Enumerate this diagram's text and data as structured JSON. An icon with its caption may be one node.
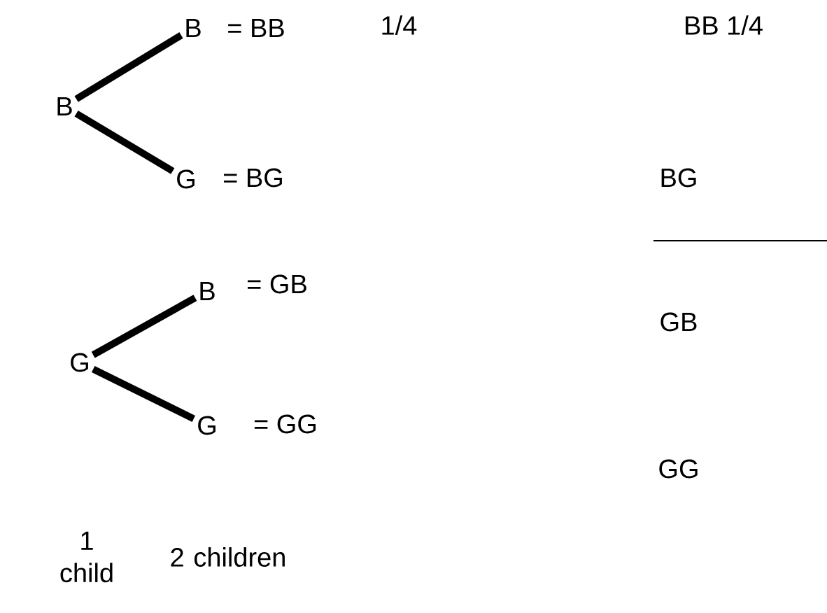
{
  "diagram": {
    "nodes": [
      {
        "text": [
          "B"
        ]
      },
      {
        "text": [
          "B"
        ]
      },
      {
        "text": [
          "G"
        ]
      },
      {
        "text": [
          "G"
        ]
      },
      {
        "text": [
          "B"
        ]
      },
      {
        "text": [
          "G"
        ]
      }
    ],
    "edges": [
      {
        "from": 0,
        "to": 1,
        "arrow": "none"
      },
      {
        "from": 0,
        "to": 2,
        "arrow": "none"
      },
      {
        "from": 3,
        "to": 4,
        "arrow": "none"
      },
      {
        "from": 3,
        "to": 5,
        "arrow": "none"
      }
    ],
    "labels": [
      "= BB",
      "1/4",
      "BB  1/4",
      "= BG",
      "BG",
      "= GB",
      "GB",
      "= GG",
      "GG",
      "1 child",
      "2 children"
    ]
  }
}
